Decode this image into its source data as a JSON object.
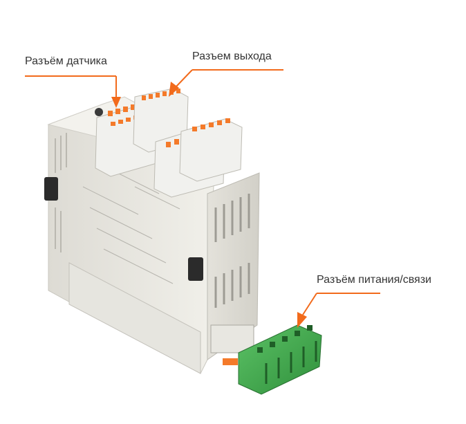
{
  "labels": {
    "sensor_connector": "Разъём датчика",
    "output_connector": "Разъем выхода",
    "power_comm_connector": "Разъём питания/связи"
  },
  "colors": {
    "accent": "#f26a1b",
    "housing": "#e9e8e2",
    "housing_shadow": "#cfcdc6",
    "terminal_green": "#3fae4c",
    "terminal_orange": "#f47a2a",
    "text": "#333333"
  }
}
